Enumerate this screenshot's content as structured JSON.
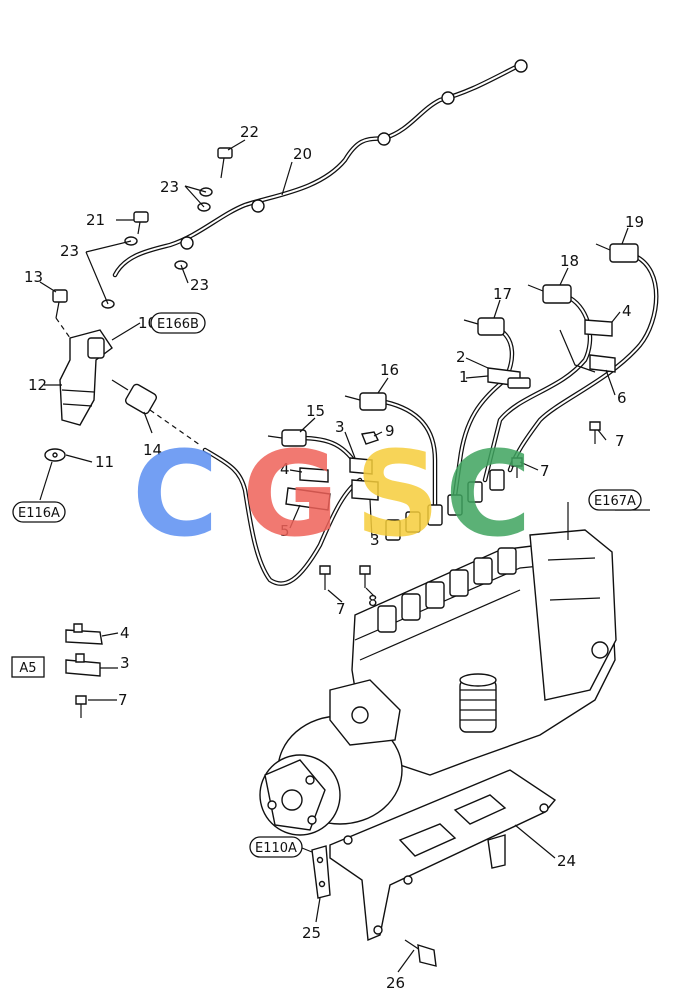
{
  "callouts": [
    "1",
    "2",
    "3",
    "4",
    "5",
    "6",
    "7",
    "8",
    "9",
    "10",
    "11",
    "12",
    "13",
    "14",
    "15",
    "16",
    "17",
    "18",
    "19",
    "20",
    "21",
    "22",
    "23",
    "24",
    "25",
    "26"
  ],
  "references": {
    "e166b": "E166B",
    "e116a": "E116A",
    "e167a": "E167A",
    "e110a": "E110A",
    "a5": "A5"
  },
  "watermark": {
    "text": "CGSC",
    "colors": [
      "#5b8ff2",
      "#ef6259",
      "#f6cd3b",
      "#3fa45f"
    ]
  }
}
